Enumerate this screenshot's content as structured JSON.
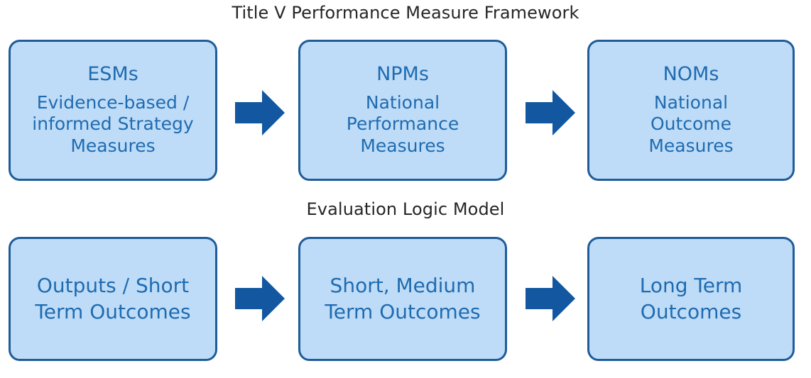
{
  "diagram": {
    "sections": [
      {
        "id": "framework",
        "title": "Title V Performance Measure Framework",
        "nodes": [
          {
            "heading": "ESMs",
            "sub_lines": [
              "Evidence-based /",
              "informed Strategy",
              "Measures"
            ]
          },
          {
            "heading": "NPMs",
            "sub_lines": [
              "National",
              "Performance",
              "Measures"
            ]
          },
          {
            "heading": "NOMs",
            "sub_lines": [
              "National",
              "Outcome",
              "Measures"
            ]
          }
        ]
      },
      {
        "id": "logic",
        "title": "Evaluation Logic Model",
        "nodes": [
          {
            "label_lines": [
              "Outputs / Short",
              "Term Outcomes"
            ]
          },
          {
            "label_lines": [
              "Short, Medium",
              "Term Outcomes"
            ]
          },
          {
            "label_lines": [
              "Long Term",
              "Outcomes"
            ]
          }
        ]
      }
    ],
    "arrow_icon": "right-arrow-icon",
    "colors": {
      "box_fill": "#bedcf8",
      "box_border": "#1f5c99",
      "box_text": "#1f6bb0",
      "arrow_fill": "#1257a0",
      "title_text": "#262626",
      "background": "#ffffff"
    }
  }
}
